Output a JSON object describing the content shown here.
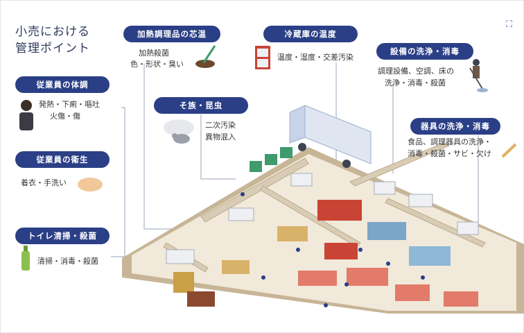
{
  "title": {
    "line1": "小売における",
    "line2": "管理ポイント"
  },
  "points": {
    "heating": {
      "label": "加熱調理品の芯温",
      "line1": "加熱殺菌",
      "line2": "色・形状・臭い"
    },
    "fridge": {
      "label": "冷蔵庫の温度",
      "line1": "温度・湿度・交差汚染"
    },
    "facility": {
      "label": "設備の洗浄・消毒",
      "line1": "調理設備、空調、床の",
      "line2": "洗浄・消毒・殺菌"
    },
    "health": {
      "label": "従業員の体調",
      "line1": "発熱・下痢・嘔吐",
      "line2": "火傷・傷"
    },
    "pests": {
      "label": "そ族・昆虫",
      "line1": "二次汚染",
      "line2": "異物混入"
    },
    "utensils": {
      "label": "器具の洗浄・消毒",
      "line1": "食品、調理器具の洗浄・",
      "line2": "消毒・殺菌・サビ・欠け"
    },
    "hygiene": {
      "label": "従業員の衛生",
      "line1": "着衣・手洗い"
    },
    "toilet": {
      "label": "トイレ清掃・殺菌",
      "line1": "清掃・消毒・殺菌"
    }
  },
  "colors": {
    "pill": "#2b3f86",
    "floor": "#f1e9da",
    "wall": "#d9ccb6",
    "accent": "#e07a2e"
  },
  "icons": [
    "thermometer-icon",
    "fridge-icon",
    "mop-icon",
    "sick-person-icon",
    "mouse-icon",
    "knife-icon",
    "handwash-icon",
    "bottle-icon",
    "expand-icon"
  ]
}
